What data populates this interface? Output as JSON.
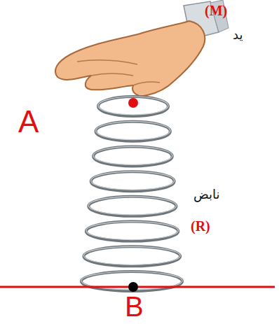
{
  "diagram": {
    "labels": [
      "(M)",
      "يد",
      "A",
      "نابض",
      "(R)",
      "B"
    ]
  }
}
